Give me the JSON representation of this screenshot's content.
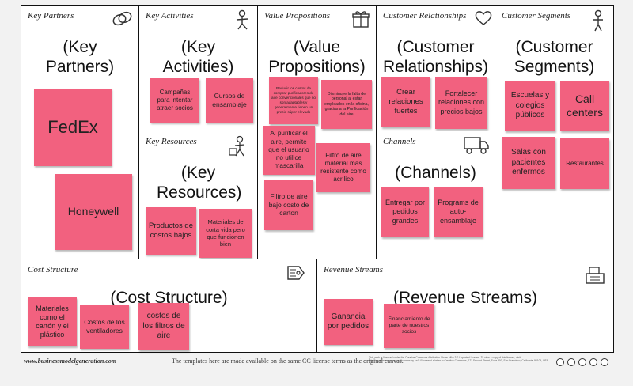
{
  "sections": {
    "key_partners": {
      "label": "Key Partners",
      "heading": "(Key Partners)"
    },
    "key_activities": {
      "label": "Key Activities",
      "heading": "(Key Activities)"
    },
    "key_resources": {
      "label": "Key Resources",
      "heading": "(Key Resources)"
    },
    "value_propositions": {
      "label": "Value Propositions",
      "heading": "(Value Propositions)"
    },
    "customer_relationships": {
      "label": "Customer Relationships",
      "heading": "(Customer Relationships)"
    },
    "channels": {
      "label": "Channels",
      "heading": "(Channels)"
    },
    "customer_segments": {
      "label": "Customer Segments",
      "heading": "(Customer Segments)"
    },
    "cost_structure": {
      "label": "Cost Structure",
      "heading": "(Cost Structure)"
    },
    "revenue_streams": {
      "label": "Revenue Streams",
      "heading": "(Revenue Streams)"
    }
  },
  "notes": {
    "kp1": "FedEx",
    "kp2": "Honeywell",
    "ka1": "Campañas para intentar atraer socios",
    "ka2": "Cursos de ensamblaje",
    "kr1": "Productos de costos bajos",
    "kr2": "Materiales de corta vida pero que funcionen bien",
    "vp1": "Reducir los costos de comprar purificadores de aire convencionales que no son adaptables y generalmente tienen un precio súper elevado",
    "vp2": "Disminuye la falta de personal al estar empleados en la oficina, gracias a la Purificación del aire",
    "vp3": "Al purificar el aire, permite que el usuario no utilice mascarilla",
    "vp4": "Filtro de aire material mas resistente como acrilico",
    "vp5": "Filtro de aire bajo costo de carton",
    "cr1": "Crear relaciones fuertes",
    "cr2": "Fortalecer relaciones con precios bajos",
    "ch1": "Entregar por pedidos grandes",
    "ch2": "Programs de auto-ensamblaje",
    "cs1": "Escuelas y colegios públicos",
    "cs2": "Call centers",
    "cs3": "Salas con pacientes enfermos",
    "cs4": "Restaurantes",
    "cost1": "Materiales como el cartón y el plástico",
    "cost2": "Costos de los ventiladores",
    "cost3": "costos de los filtros de aire",
    "rev1": "Ganancia por pedidos",
    "rev2": "Financiamiento de parte de nuestros socios"
  },
  "footer": {
    "site": "www.businessmodelgeneration.com",
    "license": "The templates here are made available on the same CC license terms as the original canvas.",
    "fine_print": "This work is licensed under the Creative Commons Attribution-Share Alike 3.0 Unported License. To view a copy of this license, visit http://creativecommons.org/licenses/by-sa/3.0/ or send a letter to Creative Commons, 171 Second Street, Suite 300, San Francisco, California, 94105, USA."
  },
  "colors": {
    "sticky_note": "#f2617f",
    "border": "#111111"
  },
  "icons": [
    "link-icon",
    "person-icon",
    "gift-icon",
    "heart-icon",
    "delivery-truck-icon",
    "person-group-icon",
    "price-tag-icon",
    "cash-register-icon",
    "creative-commons-icon"
  ]
}
